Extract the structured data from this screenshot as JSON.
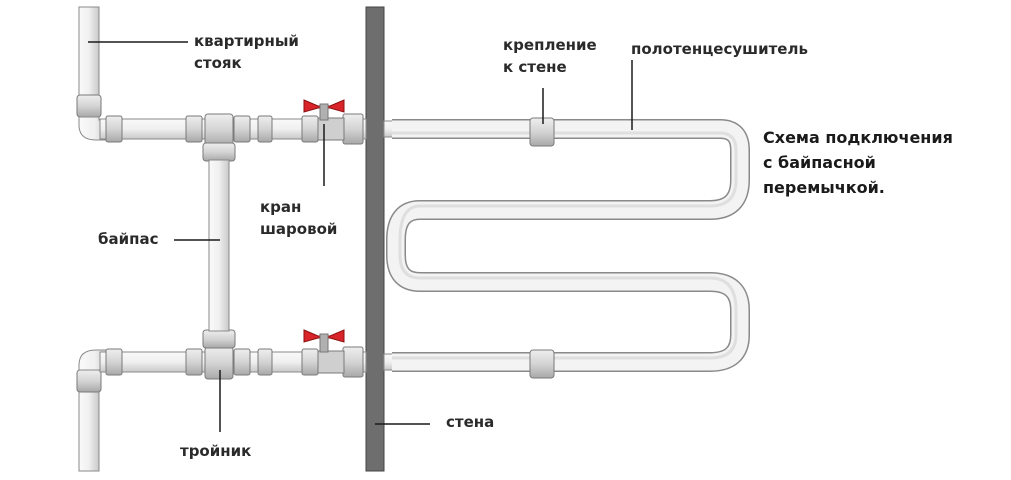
{
  "labels": {
    "riser": [
      "квартирный",
      "стояк"
    ],
    "mount": [
      "крепление",
      "к стене"
    ],
    "towel_dryer": "полотенцесушитель",
    "valve": [
      "кран",
      "шаровой"
    ],
    "bypass": "байпас",
    "tee": "тройник",
    "wall": "стена"
  },
  "caption": [
    "Схема подключения",
    "с байпасной",
    "перемычкой."
  ],
  "colors": {
    "pipe_fill": "#f2f2f2",
    "pipe_stroke": "#8a8a8a",
    "fitting_fill": "#d8d8d8",
    "wall": "#6e6e6e",
    "valve_handle": "#d9242a",
    "leader": "#1a1a1a"
  }
}
